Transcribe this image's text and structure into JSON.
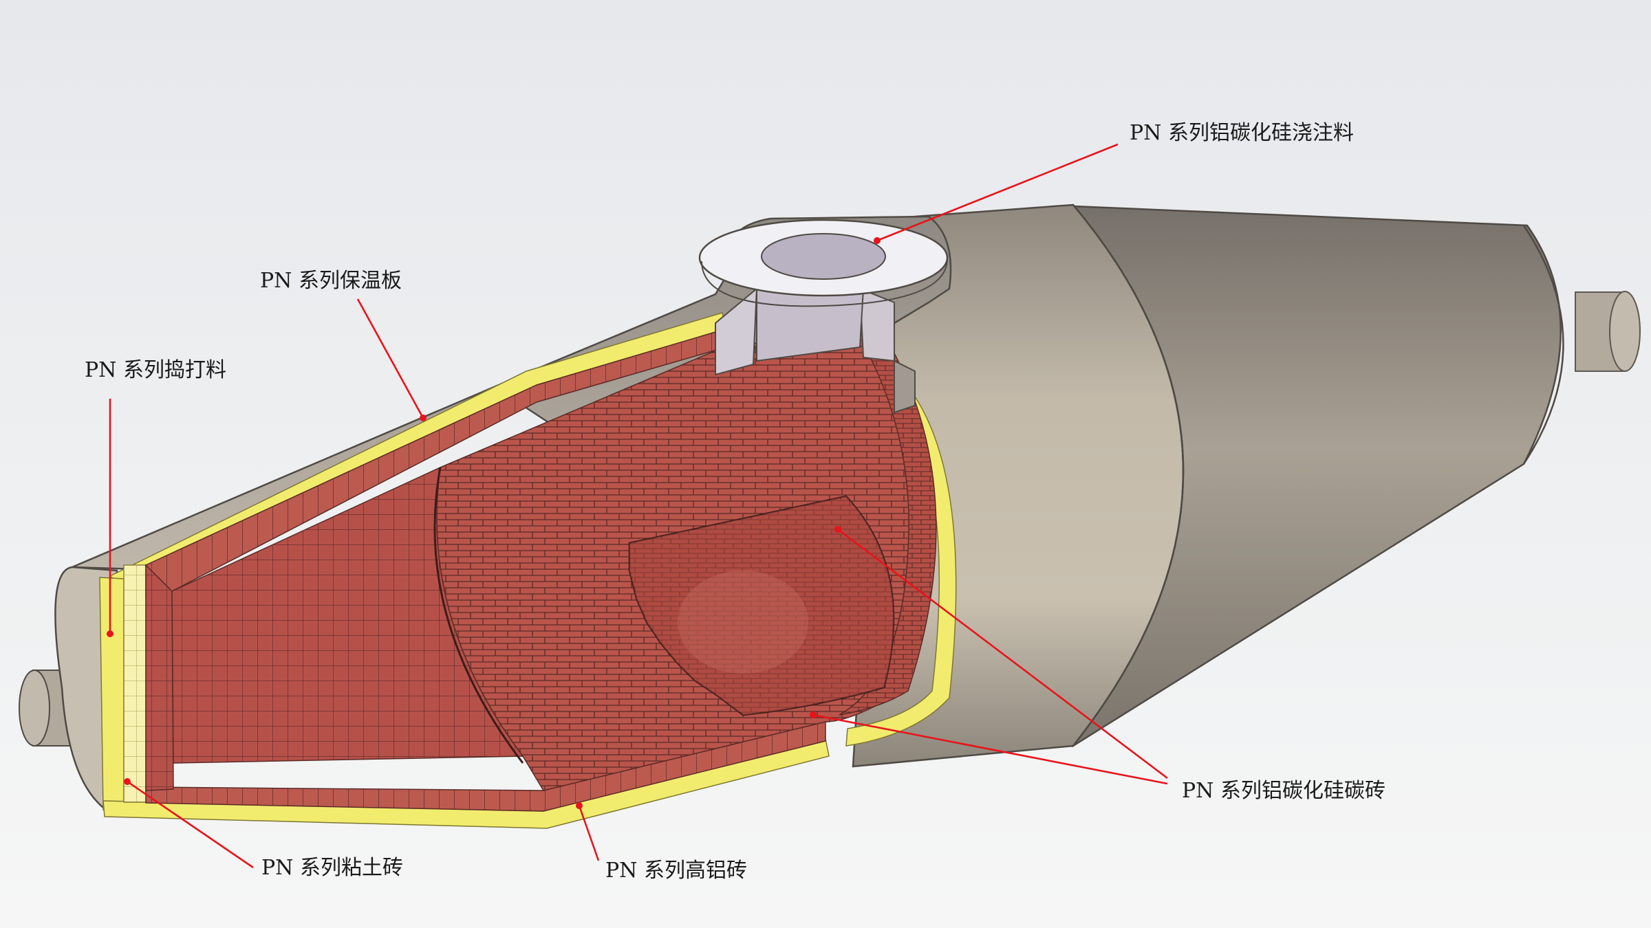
{
  "diagram": {
    "subject": "Refractory lining cross-section of a conical kiln vessel",
    "colors": {
      "background_top": "#e9ebee",
      "background_bottom": "#f4f4f4",
      "steel_shell": "#c6bdad",
      "brick_red": "#b8524a",
      "brick_mortar": "#5b2a25",
      "insulation_yellow": "#f2ec6e",
      "callout_red": "#e8141c"
    },
    "labels": {
      "castable": "PN 系列铝碳化硅浇注料",
      "insulation_board": "PN 系列保温板",
      "ramming_mass": "PN 系列捣打料",
      "sic_carbon_brick": "PN 系列铝碳化硅碳砖",
      "clay_brick": "PN 系列粘土砖",
      "high_alumina_brick": "PN 系列高铝砖"
    }
  }
}
